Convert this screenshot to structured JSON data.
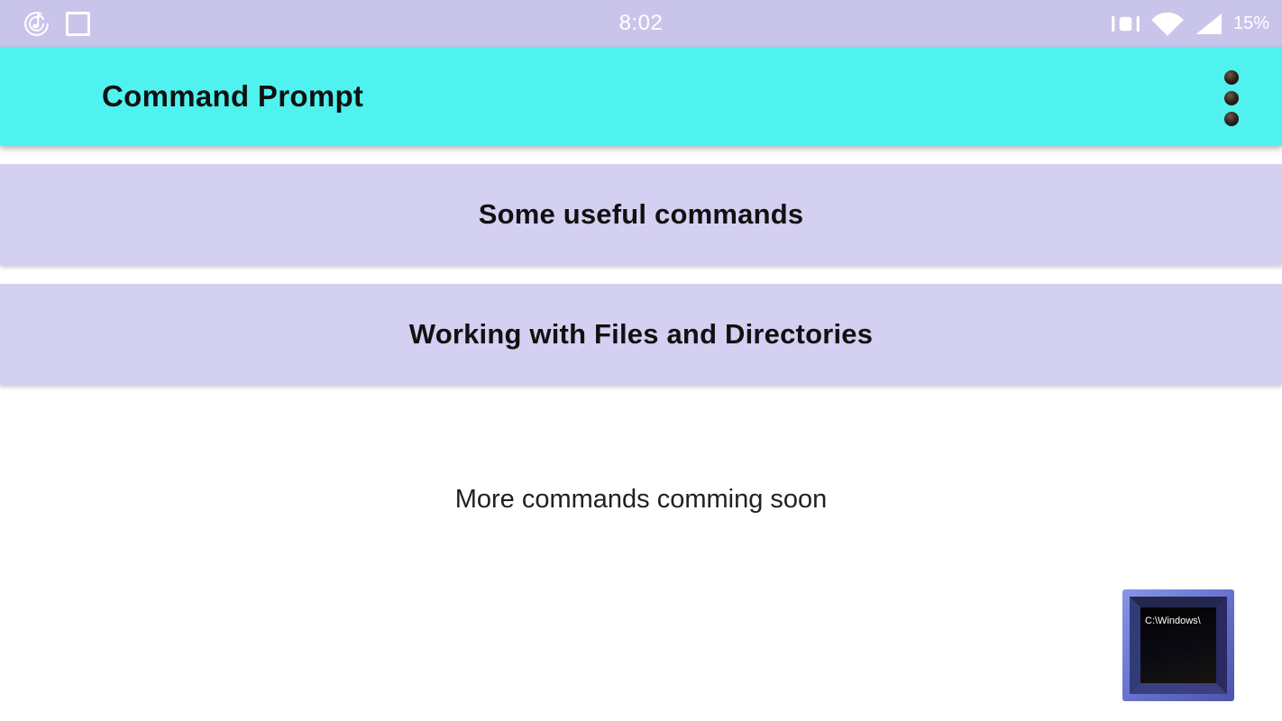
{
  "colors": {
    "status-bar-bg": "#c9c4ea",
    "app-bar-bg": "#4ff2ef",
    "banner-bg": "#d4d0f2",
    "page-bg": "#ffffff",
    "text-dark": "#111111"
  },
  "status_bar": {
    "time": "8:02",
    "battery_percent": "15%"
  },
  "app_bar": {
    "title": "Command Prompt"
  },
  "banners": [
    {
      "label": "Some useful commands"
    },
    {
      "label": "Working with Files and Directories"
    }
  ],
  "footer_note": "More commands comming soon",
  "floating_icon": {
    "screen_text": "C:\\Windows\\"
  }
}
